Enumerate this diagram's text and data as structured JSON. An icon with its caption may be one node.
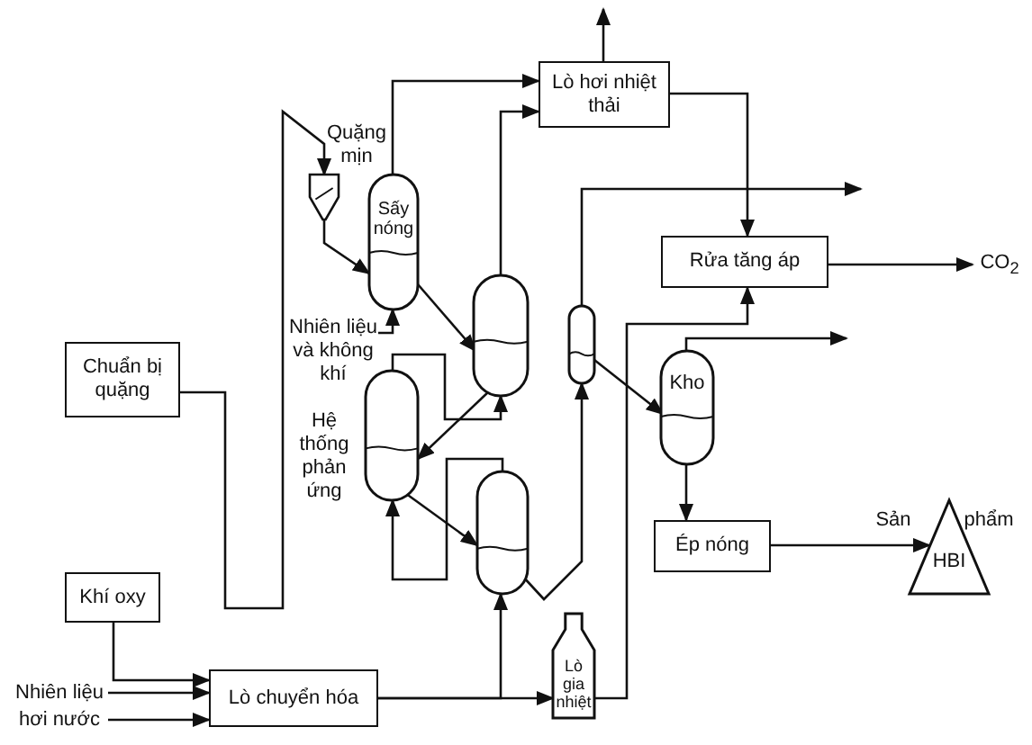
{
  "diagram": {
    "nodes": [
      {
        "text": [
          "Lò hơi nhiệt thải"
        ]
      },
      {
        "text": [
          "Rửa tăng áp"
        ]
      },
      {
        "text": [
          "Chuẩn bị quặng"
        ]
      },
      {
        "text": [
          "Khí oxy"
        ]
      },
      {
        "text": [
          "Lò chuyển hóa"
        ]
      },
      {
        "text": [
          "Ép nóng"
        ]
      },
      {
        "text": [
          "HBI"
        ],
        "beside": [
          "Sản",
          "phẩm"
        ]
      },
      {
        "text": [
          "Sấy nóng"
        ]
      },
      {
        "text": [],
        "shape": "hopper",
        "beside": [
          "Quặng mịn"
        ]
      },
      {
        "text": [],
        "shape": "vessel"
      },
      {
        "text": [],
        "shape": "vessel",
        "beside": [
          "Hệ thống phản ứng"
        ]
      },
      {
        "text": [],
        "shape": "vessel"
      },
      {
        "text": [],
        "shape": "vessel"
      },
      {
        "text": [
          "Kho"
        ]
      },
      {
        "text": [
          "Lò gia nhiệt"
        ]
      },
      {
        "text": [
          "Nhiên liệu"
        ]
      },
      {
        "text": [
          "hơi nước"
        ]
      },
      {
        "text": [
          "CO$_{2}$"
        ]
      },
      {
        "text": [
          "Nhiên liệu và không khí"
        ]
      }
    ],
    "edges": [
      {
        "from": 2,
        "to": 8,
        "arrow": "to"
      },
      {
        "from": 8,
        "to": 7,
        "arrow": "to"
      },
      {
        "from": 18,
        "to": 7,
        "arrow": "to"
      },
      {
        "from": 7,
        "to": 0,
        "arrow": "to"
      },
      {
        "from": 9,
        "to": 0,
        "arrow": "to"
      },
      {
        "from": 0,
        "to": null,
        "arrow": "to"
      },
      {
        "from": 0,
        "to": 1,
        "arrow": "to"
      },
      {
        "from": 7,
        "to": 9,
        "arrow": "to"
      },
      {
        "from": 9,
        "to": 10,
        "arrow": "to"
      },
      {
        "from": 10,
        "to": 9,
        "arrow": "to"
      },
      {
        "from": 10,
        "to": 11,
        "arrow": "to"
      },
      {
        "from": 11,
        "to": 10,
        "arrow": "to"
      },
      {
        "from": 4,
        "to": 14,
        "arrow": "to"
      },
      {
        "from": 4,
        "to": 11,
        "arrow": "to"
      },
      {
        "from": 11,
        "to": 12,
        "arrow": "to"
      },
      {
        "from": 14,
        "to": 1,
        "arrow": "to"
      },
      {
        "from": 12,
        "to": 13,
        "arrow": "to"
      },
      {
        "from": 12,
        "to": null,
        "arrow": "to"
      },
      {
        "from": 13,
        "to": null,
        "arrow": "to"
      },
      {
        "from": 1,
        "to": 17,
        "arrow": "to"
      },
      {
        "from": 13,
        "to": 5,
        "arrow": "to"
      },
      {
        "from": 5,
        "to": 6,
        "arrow": "to"
      },
      {
        "from": 3,
        "to": 4,
        "arrow": "to"
      },
      {
        "from": 15,
        "to": 4,
        "arrow": "to"
      },
      {
        "from": 16,
        "to": 4,
        "arrow": "to"
      }
    ]
  }
}
